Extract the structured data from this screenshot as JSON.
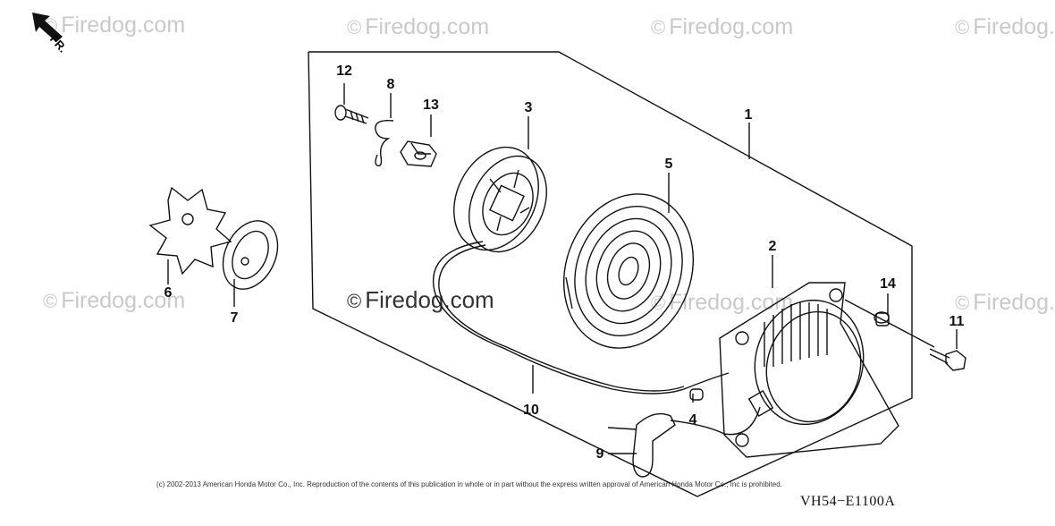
{
  "watermark": {
    "text": "Firedog.com",
    "symbol": "©",
    "color": "#c9c9c9"
  },
  "direction_marker": {
    "label": "FR.",
    "icon": "arrow-up-left-icon"
  },
  "callouts": [
    "1",
    "2",
    "3",
    "4",
    "5",
    "6",
    "7",
    "8",
    "9",
    "10",
    "11",
    "12",
    "13",
    "14"
  ],
  "copyright": "(c) 2002-2013 American Honda Motor Co., Inc. Reproduction of the contents of this publication in whole or in part without the express written approval of American Honda Motor Co., Inc is prohibited.",
  "diagram_code": "VH54−E1100A"
}
